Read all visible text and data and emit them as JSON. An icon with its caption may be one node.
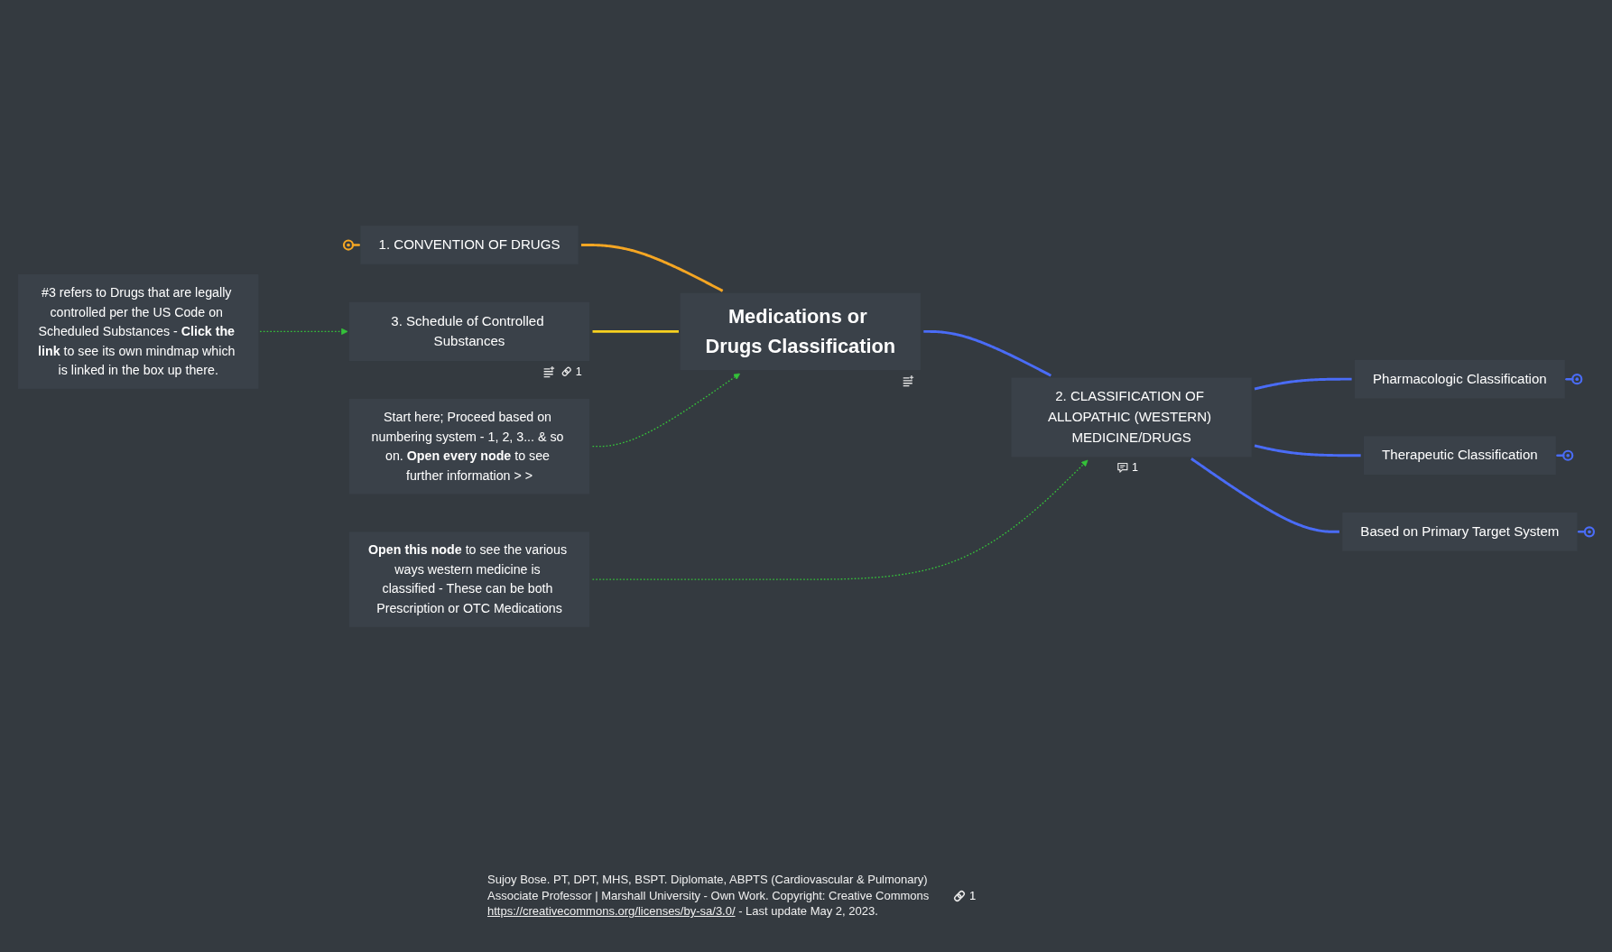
{
  "diagram": {
    "nodes": [
      {
        "text": [
          "Medications or Drugs Classification"
        ]
      },
      {
        "text": [
          "1. CONVENTION OF DRUGS"
        ]
      },
      {
        "text": [
          "2. CLASSIFICATION OF ALLOPATHIC (WESTERN) MEDICINE/DRUGS"
        ],
        "beside": [
          "1"
        ]
      },
      {
        "text": [
          "Pharmacologic Classification"
        ]
      },
      {
        "text": [
          "Therapeutic Classification"
        ]
      },
      {
        "text": [
          "Based on Primary Target System"
        ]
      },
      {
        "text": [
          "3. Schedule of Controlled Substances"
        ],
        "beside": [
          "1"
        ]
      },
      {
        "text": [
          "Start here; Proceed based on numbering system - 1, 2, 3... & so on. **Open every node** to see further information > >"
        ]
      },
      {
        "text": [
          "**Open this node** to see the various ways western medicine is classified - These can be both Prescription or OTC Medications"
        ]
      },
      {
        "text": [
          "#3 refers to Drugs that are legally controlled per the US Code on Scheduled Substances - **Click the link** to see its own mindmap which is linked in the box up there."
        ]
      }
    ],
    "edges": [
      {
        "from": 1,
        "to": 0,
        "arrow": "none",
        "color": "#f5a623"
      },
      {
        "from": 0,
        "to": 2,
        "arrow": "none"
      },
      {
        "from": 2,
        "to": 3,
        "arrow": "none"
      },
      {
        "from": 2,
        "to": 4,
        "arrow": "none"
      },
      {
        "from": 2,
        "to": 5,
        "arrow": "none"
      },
      {
        "from": 6,
        "to": 0,
        "arrow": "none",
        "color": "#f8d21f"
      },
      {
        "from": 7,
        "to": 0,
        "arrow": "to",
        "style": "dashed",
        "color": "#35c23a"
      },
      {
        "from": 8,
        "to": 2,
        "arrow": "to",
        "style": "dashed",
        "color": "#35c23a"
      },
      {
        "from": 9,
        "to": 6,
        "arrow": "to",
        "style": "dashed",
        "color": "#35c23a"
      }
    ],
    "labels": [
      "1"
    ],
    "caption": "Sujoy Bose. PT, DPT, MHS, BSPT. Diplomate, ABPTS (Cardiovascular & Pulmonary) Associate Professor | Marshall University - Own Work. Copyright: Creative Commons https://creativecommons.org/licenses/by-sa/3.0/ - Last update May 2, 2023."
  }
}
